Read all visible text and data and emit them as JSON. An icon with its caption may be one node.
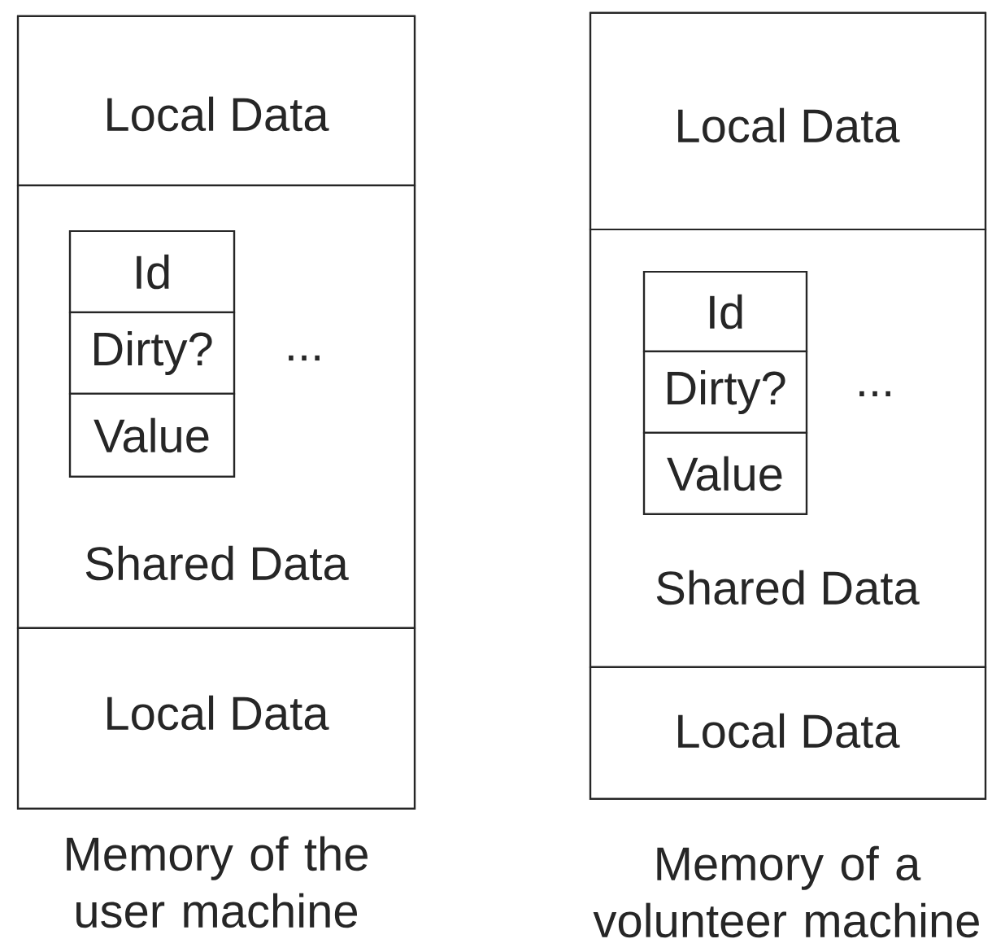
{
  "diagram": {
    "nodes": [
      {
        "text": [],
        "shape": "box",
        "beside": [
          "Memory of the user machine"
        ]
      },
      {
        "text": [
          "Local Data"
        ],
        "in": 0
      },
      {
        "text": [
          "Shared Data"
        ],
        "in": 0
      },
      {
        "text": [],
        "shape": "box",
        "in": 2
      },
      {
        "text": [
          "Id"
        ],
        "in": 3
      },
      {
        "text": [
          "Dirty?"
        ],
        "in": 3
      },
      {
        "text": [
          "Value"
        ],
        "in": 3
      },
      {
        "text": [
          "Local Data"
        ],
        "in": 0
      },
      {
        "text": [],
        "shape": "box",
        "beside": [
          "Memory of a volunteer machine"
        ]
      },
      {
        "text": [
          "Local Data"
        ],
        "in": 8
      },
      {
        "text": [
          "Shared Data"
        ],
        "in": 8
      },
      {
        "text": [],
        "shape": "box",
        "in": 10
      },
      {
        "text": [
          "Id"
        ],
        "in": 11
      },
      {
        "text": [
          "Dirty?"
        ],
        "in": 11
      },
      {
        "text": [
          "Value"
        ],
        "in": 11
      },
      {
        "text": [
          "Local Data"
        ],
        "in": 8
      }
    ],
    "labels": [
      "...",
      "..."
    ]
  }
}
